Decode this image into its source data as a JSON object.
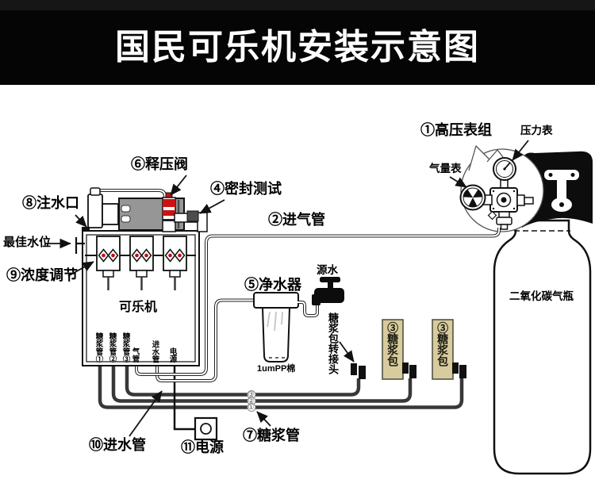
{
  "title": "国民可乐机安装示意图",
  "labels": {
    "gauge_group": "①高压表组",
    "pressure_gauge": "压力表",
    "gas_gauge": "气量表",
    "gas_inlet_pipe": "②进气管",
    "syrup_pack": "③糖浆包",
    "seal_test": "④密封测试",
    "water_purifier": "⑤净水器",
    "relief_valve": "⑥释压阀",
    "syrup_pipe": "⑦糖浆管",
    "water_fill_port": "⑧注水口",
    "concentration_adjust": "⑨浓度调节",
    "water_inlet_pipe": "⑩进水管",
    "power": "⑪电源",
    "best_water_level": "最佳水位",
    "cola_machine": "可乐机",
    "source_water": "源水",
    "pp_cotton": "1umPP棉",
    "syrup_adapter": "糖浆包转接头",
    "co2_cylinder": "二氧化碳气瓶",
    "machine_ports": [
      "糖浆管①",
      "糖浆管②",
      "糖浆管③",
      "气管",
      "进水管",
      "电源"
    ],
    "pipe_markers": [
      "③",
      "②",
      "①"
    ]
  },
  "colors": {
    "accent_red": "#cc1111",
    "pack_tan": "#d8cb9d",
    "pump_gray": "#969696",
    "pipe_dark": "#383838"
  }
}
